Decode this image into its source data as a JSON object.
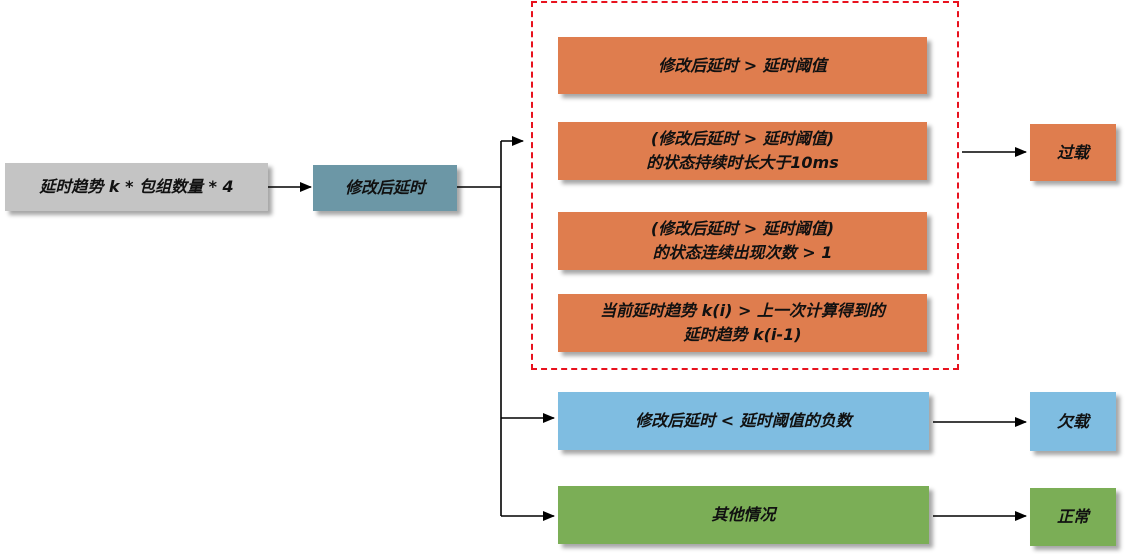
{
  "input": {
    "label": "延时趋势 k * 包组数量 * 4"
  },
  "modified": {
    "label": "修改后延时"
  },
  "conditions": [
    {
      "line1": "修改后延时 > 延时阈值",
      "line2": ""
    },
    {
      "line1": "(修改后延时 > 延时阈值)",
      "line2": "的状态持续时长大于10ms"
    },
    {
      "line1": "(修改后延时 > 延时阈值)",
      "line2": "的状态连续出现次数 > 1"
    },
    {
      "line1": "当前延时趋势 k(i) > 上一次计算得到的",
      "line2": "延时趋势 k(i-1)"
    }
  ],
  "underload_condition": {
    "label": "修改后延时 < 延时阈值的负数"
  },
  "other_condition": {
    "label": "其他情况"
  },
  "results": {
    "overload": "过载",
    "underload": "欠载",
    "normal": "正常"
  },
  "colors": {
    "orange": "#df7d4e",
    "blue": "#7fbde1",
    "green": "#7bae56",
    "steel": "#6c97a6",
    "gray": "#c4c4c4",
    "dashed_border": "#e8121e"
  }
}
